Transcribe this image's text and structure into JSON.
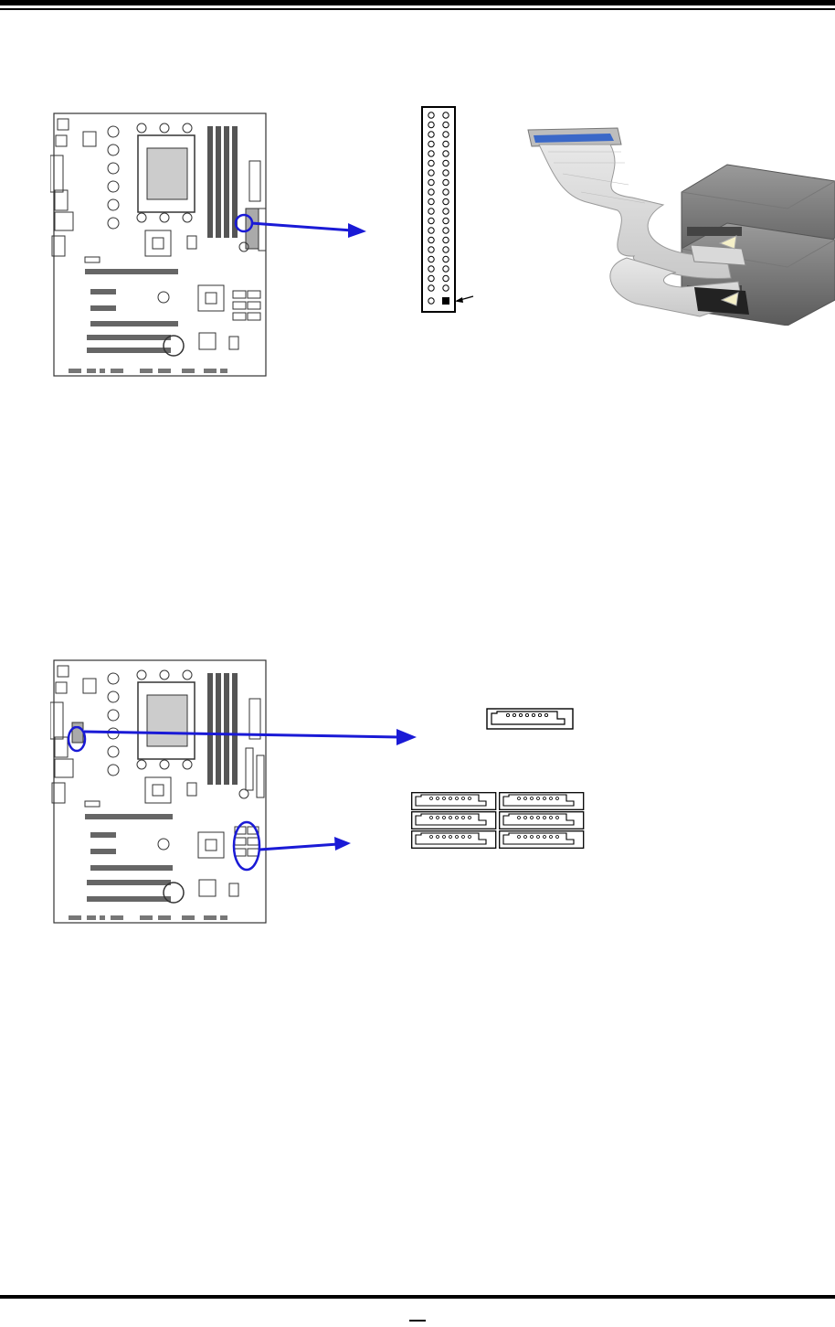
{
  "page": {
    "page_number": ""
  },
  "figure_ide": {
    "board_label": "motherboard-layout",
    "pin_header": "ide-connector-pinout",
    "cable_illustration": "ide-cable-to-drives"
  },
  "figure_sata": {
    "board_label": "motherboard-layout",
    "single_port": "sata-port-single",
    "port_group": "sata-port-group"
  },
  "colors": {
    "callout": "#1a1ad6",
    "ink": "#000000",
    "cable_blue": "#3a68c8"
  },
  "icons": [
    "ide-header-icon",
    "sata-connector-icon",
    "hard-drive-icon",
    "callout-arrow-icon"
  ]
}
